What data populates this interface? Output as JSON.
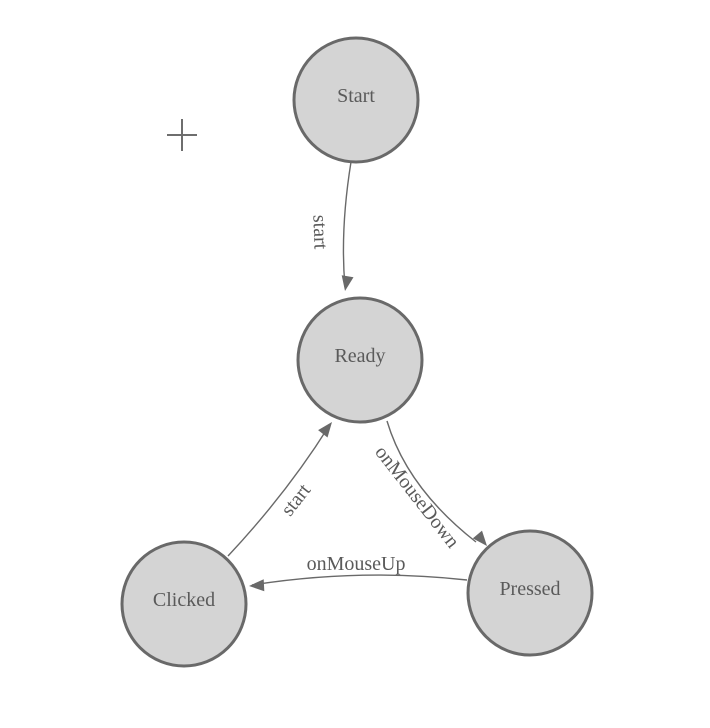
{
  "diagram": {
    "type": "state-machine",
    "background_color": "#ffffff",
    "colors": {
      "node_fill": "#d4d4d4",
      "node_stroke": "#696969",
      "edge_stroke": "#696969",
      "arrowhead": "#696969",
      "label_text": "#5a5a5a",
      "crosshair": "#6e6e6e"
    },
    "nodes": {
      "start": {
        "label": "Start"
      },
      "ready": {
        "label": "Ready"
      },
      "clicked": {
        "label": "Clicked"
      },
      "pressed": {
        "label": "Pressed"
      }
    },
    "edges": {
      "start_to_ready": {
        "label": "start",
        "from": "Start",
        "to": "Ready"
      },
      "ready_to_pressed": {
        "label": "onMouseDown",
        "from": "Ready",
        "to": "Pressed"
      },
      "pressed_to_clicked": {
        "label": "onMouseUp",
        "from": "Pressed",
        "to": "Clicked"
      },
      "clicked_to_ready": {
        "label": "start",
        "from": "Clicked",
        "to": "Ready"
      }
    },
    "crosshair": {
      "name": "crosshair-marker"
    }
  }
}
